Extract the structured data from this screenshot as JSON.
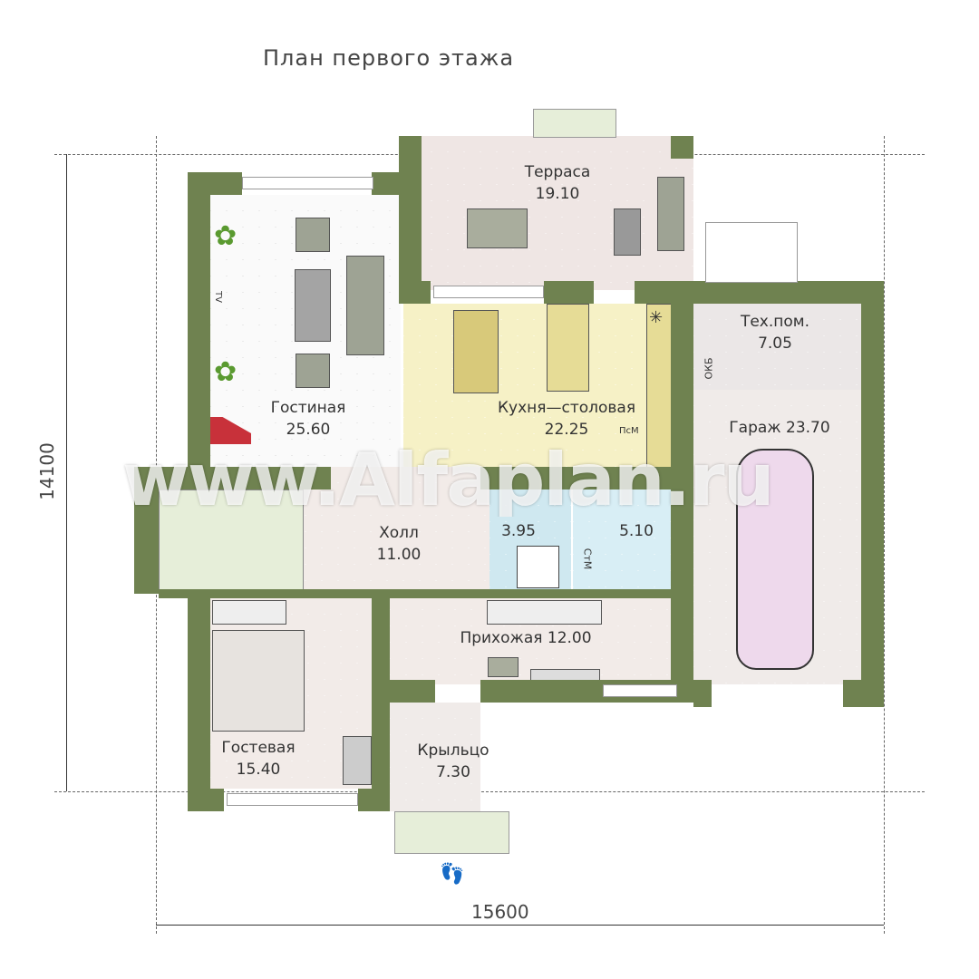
{
  "title": "План первого этажа",
  "dimensions": {
    "height": "14100",
    "width": "15600"
  },
  "rooms": {
    "terrace": {
      "name": "Терраса",
      "area": "19.10"
    },
    "living": {
      "name": "Гостиная",
      "area": "25.60"
    },
    "kitchen": {
      "name": "Кухня—столовая",
      "area": "22.25"
    },
    "tech": {
      "name": "Тех.пом.",
      "area": "7.05"
    },
    "garage": {
      "name": "Гараж",
      "area": "23.70"
    },
    "hall": {
      "name": "Холл",
      "area": "11.00"
    },
    "bath1": {
      "area": "3.95"
    },
    "bath2": {
      "area": "5.10"
    },
    "entrance": {
      "name": "Прихожая",
      "area": "12.00"
    },
    "guest": {
      "name": "Гостевая",
      "area": "15.40"
    },
    "porch": {
      "name": "Крыльцо",
      "area": "7.30"
    }
  },
  "labels": {
    "tv": "TV",
    "boiler": "ОКБ",
    "dishwasher": "ПсМ",
    "washer": "СтМ"
  },
  "watermark": "www.Alfaplan.ru",
  "colors": {
    "wall": "#6f8250",
    "kitchen": "#f6f1c6",
    "terrace": "#efe6e4",
    "bath": "#cfe8f0",
    "stair": "#e6eed9"
  }
}
